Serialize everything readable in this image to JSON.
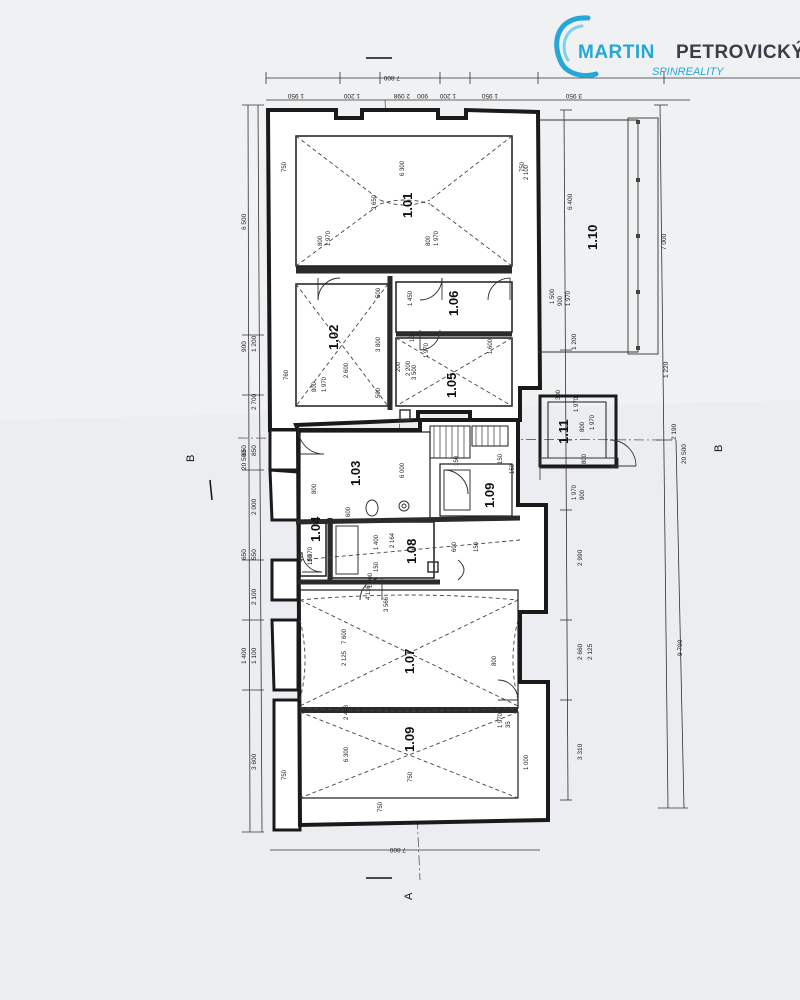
{
  "brand": {
    "first_name": "MARTIN",
    "last_name": "PETROVICKÝ",
    "tagline": "SPINREALITY",
    "accent_color": "#25a8d8",
    "dark_color": "#3a3f47"
  },
  "rooms": [
    {
      "id": "room-1-01",
      "label": "1.01"
    },
    {
      "id": "room-1-02",
      "label": "1.02"
    },
    {
      "id": "room-1-03",
      "label": "1.03"
    },
    {
      "id": "room-1-04",
      "label": "1.04"
    },
    {
      "id": "room-1-05",
      "label": "1.05"
    },
    {
      "id": "room-1-06",
      "label": "1.06"
    },
    {
      "id": "room-1-07",
      "label": "1.07"
    },
    {
      "id": "room-1-08",
      "label": "1.08"
    },
    {
      "id": "room-1-09-small",
      "label": "1.09"
    },
    {
      "id": "room-1-09",
      "label": "1.09"
    },
    {
      "id": "room-1-10",
      "label": "1.10"
    },
    {
      "id": "room-1-11",
      "label": "1.11"
    }
  ],
  "section_marks": {
    "b_left": "B",
    "b_right": "B",
    "a_bottom": "A"
  },
  "dimensions": {
    "top_total": "7 800",
    "bottom_total": "7 800",
    "top_parts": [
      "1 950",
      "1 200",
      "2 098",
      "1 200",
      "900",
      "1 950",
      "3 950"
    ],
    "left_chain": [
      "6 500",
      "900",
      "1 200",
      "2 700",
      "20 500",
      "650",
      "850",
      "2 000",
      "650",
      "550",
      "2 100",
      "1 400",
      "1 100",
      "3 600"
    ],
    "right_chain": [
      "6 400",
      "7 000",
      "1 200",
      "1 220",
      "2 190",
      "20 500",
      "2 990",
      "2 660",
      "2 125",
      "9 790",
      "3 310"
    ],
    "interior": [
      "750",
      "6 300",
      "750",
      "3 650",
      "800",
      "1 970",
      "800",
      "1 970",
      "500",
      "1 450",
      "150",
      "900",
      "1 970",
      "1 600",
      "2 200",
      "3 800",
      "2 600",
      "760",
      "800",
      "1 970",
      "500",
      "200",
      "3 500",
      "1 970",
      "800",
      "2 600",
      "6 000",
      "150",
      "150",
      "800",
      "1 970",
      "1 400",
      "150",
      "2 164",
      "600",
      "150",
      "150",
      "1 600",
      "4 116",
      "3 566",
      "7 600",
      "2 125",
      "800",
      "1 970",
      "35",
      "2 448",
      "6 300",
      "750",
      "750",
      "750",
      "1 000",
      "2 100",
      "1 970",
      "1 970",
      "800",
      "1 970",
      "900",
      "1 500",
      "800",
      "150",
      "300"
    ]
  }
}
